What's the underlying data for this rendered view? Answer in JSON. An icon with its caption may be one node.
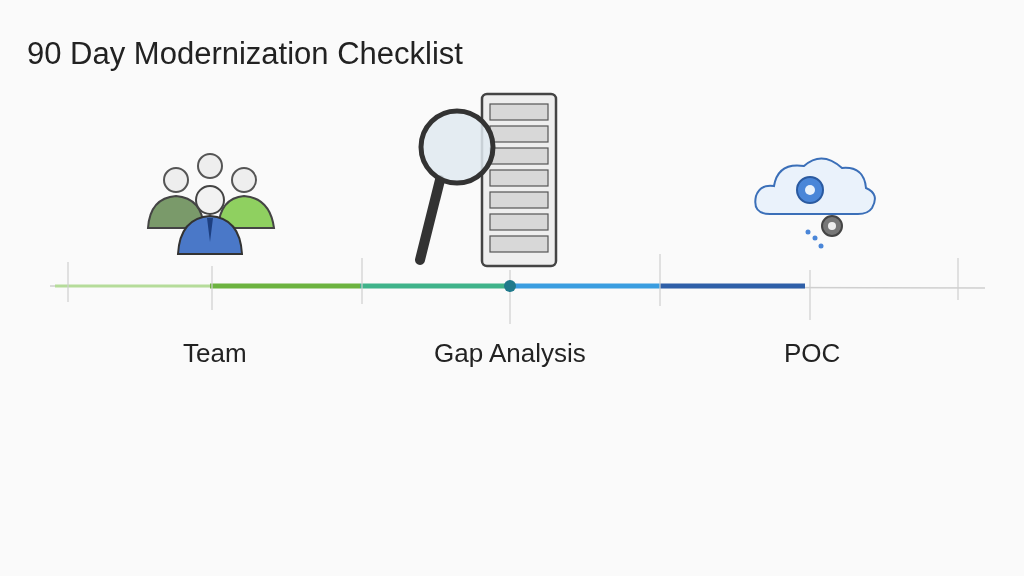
{
  "diagram": {
    "title": "90 Day Modernization Checklist",
    "labels": [
      "Team",
      "Gap Analysis",
      "POC"
    ]
  }
}
